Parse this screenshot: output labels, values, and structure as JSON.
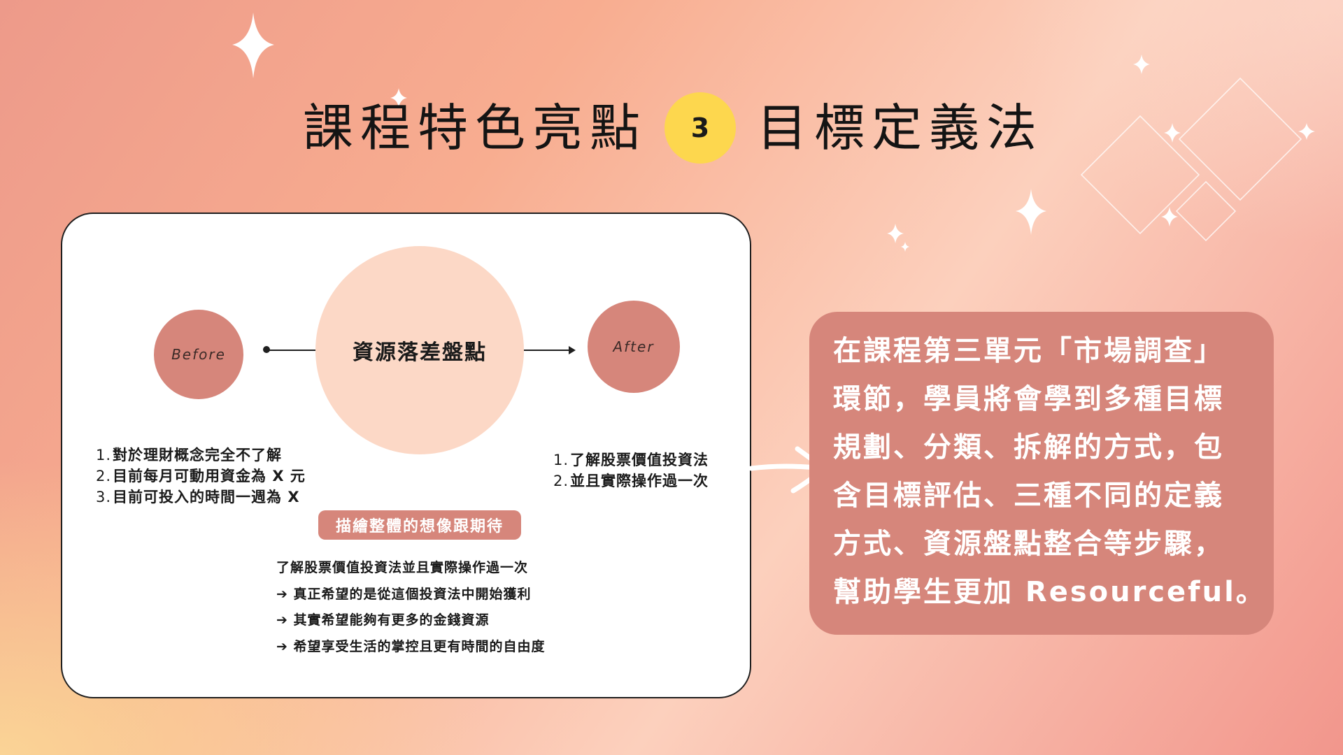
{
  "title": {
    "left": "課程特色亮點",
    "number": "3",
    "right": "目標定義法"
  },
  "diagram": {
    "before_label": "Before",
    "center_label": "資源落差盤點",
    "after_label": "After",
    "before_list": [
      {
        "num": "1.",
        "text": "對於理財概念完全不了解"
      },
      {
        "num": "2.",
        "text": "目前每月可動用資金為 X 元"
      },
      {
        "num": "3.",
        "text": "目前可投入的時間一週為 X"
      }
    ],
    "after_list": [
      {
        "num": "1.",
        "text": "了解股票價值投資法"
      },
      {
        "num": "2.",
        "text": "並且實際操作過一次"
      }
    ],
    "pill_label": "描繪整體的想像跟期待",
    "details": [
      "了解股票價值投資法並且實際操作過一次",
      "➔ 真正希望的是從這個投資法中開始獲利",
      "➔ 其實希望能夠有更多的金錢資源",
      "➔ 希望享受生活的掌控且更有時間的自由度"
    ]
  },
  "callout": {
    "lines": [
      "在課程第三單元「市場調查」",
      "環節，學員將會學到多種目標",
      "規劃、分類、拆解的方式，包",
      "含目標評估、三種不同的定義",
      "方式、資源盤點整合等步驟，",
      "幫助學生更加 Resourceful。"
    ]
  },
  "colors": {
    "accent_yellow": "#fdd74e",
    "accent_rose": "#d6867b",
    "center_circle": "#fcd8c6"
  },
  "icons": {
    "sparkles": "sparkle-icon",
    "diamonds": "diamond-outline-icon",
    "pointer": "hand-drawn-arrow-icon"
  }
}
